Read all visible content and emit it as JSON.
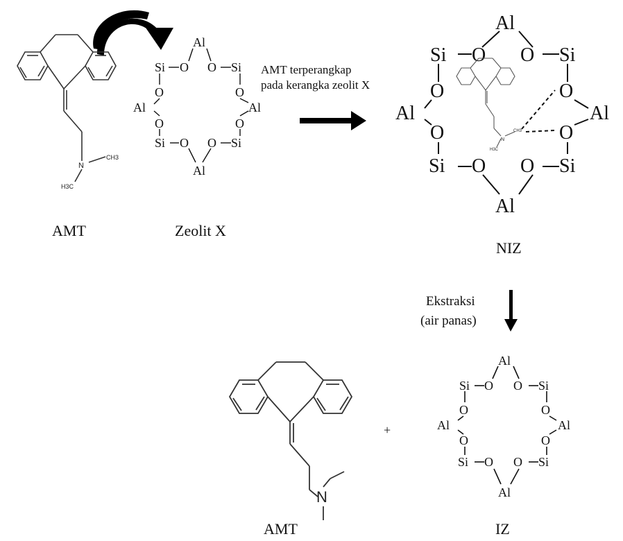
{
  "labels": {
    "amt_top": "AMT",
    "zeolit": "Zeolit X",
    "niz": "NIZ",
    "amt_bottom": "AMT",
    "iz": "IZ",
    "plus": "+",
    "arrow_top_line1": "AMT terperangkap",
    "arrow_top_line2": "pada kerangka zeolit X",
    "arrow_down_line1": "Ekstraksi",
    "arrow_down_line2": "(air panas)"
  },
  "molecule": {
    "n_label": "N",
    "ch3_label": "CH3",
    "h3c_label": "H3C"
  },
  "ring": {
    "si": "Si",
    "o": "O",
    "al": "Al"
  }
}
